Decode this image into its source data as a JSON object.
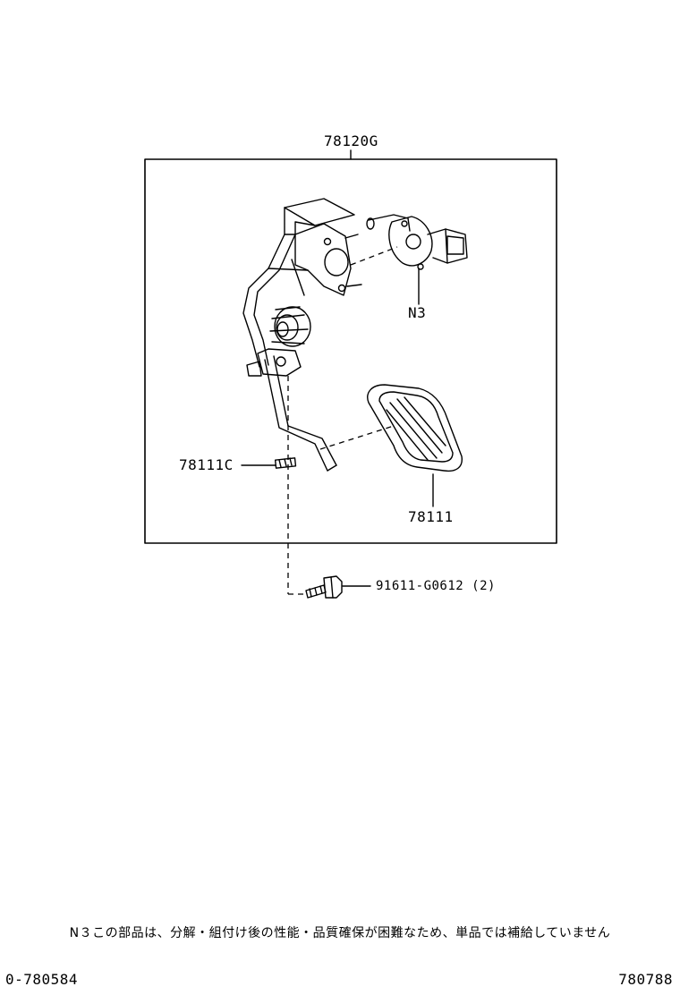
{
  "callouts": {
    "assembly": "78120G",
    "sensor": "N3",
    "pin": "78111C",
    "pad": "78111",
    "bolt": "91611-G0612 (2)"
  },
  "note": "N３この部品は、分解・組付け後の性能・品質確保が困難なため、単品では補給していません",
  "footer": {
    "left_code": "0-780584",
    "right_code": "780788"
  }
}
